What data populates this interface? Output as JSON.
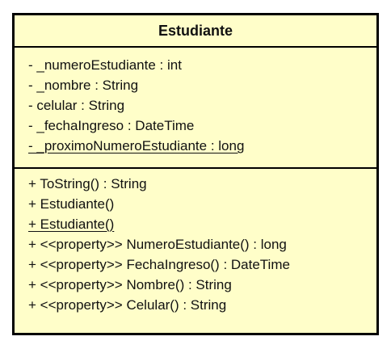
{
  "class": {
    "name": "Estudiante",
    "colors": {
      "fill": "#fffec9",
      "border": "#000000"
    },
    "attributes": [
      {
        "text": "- _numeroEstudiante : int",
        "static": false
      },
      {
        "text": "- _nombre : String",
        "static": false
      },
      {
        "text": "- celular : String",
        "static": false
      },
      {
        "text": "- _fechaIngreso : DateTime",
        "static": false
      },
      {
        "text": "- _proximoNumeroEstudiante : long",
        "static": true
      }
    ],
    "operations": [
      {
        "text": "+ ToString() : String",
        "static": false
      },
      {
        "text": "+ Estudiante()",
        "static": false
      },
      {
        "text": "+ Estudiante()",
        "static": true
      },
      {
        "text": "+ <<property>> NumeroEstudiante() : long",
        "static": false
      },
      {
        "text": "+ <<property>> FechaIngreso() : DateTime",
        "static": false
      },
      {
        "text": "+ <<property>> Nombre() : String",
        "static": false
      },
      {
        "text": "+ <<property>> Celular() : String",
        "static": false
      }
    ]
  }
}
